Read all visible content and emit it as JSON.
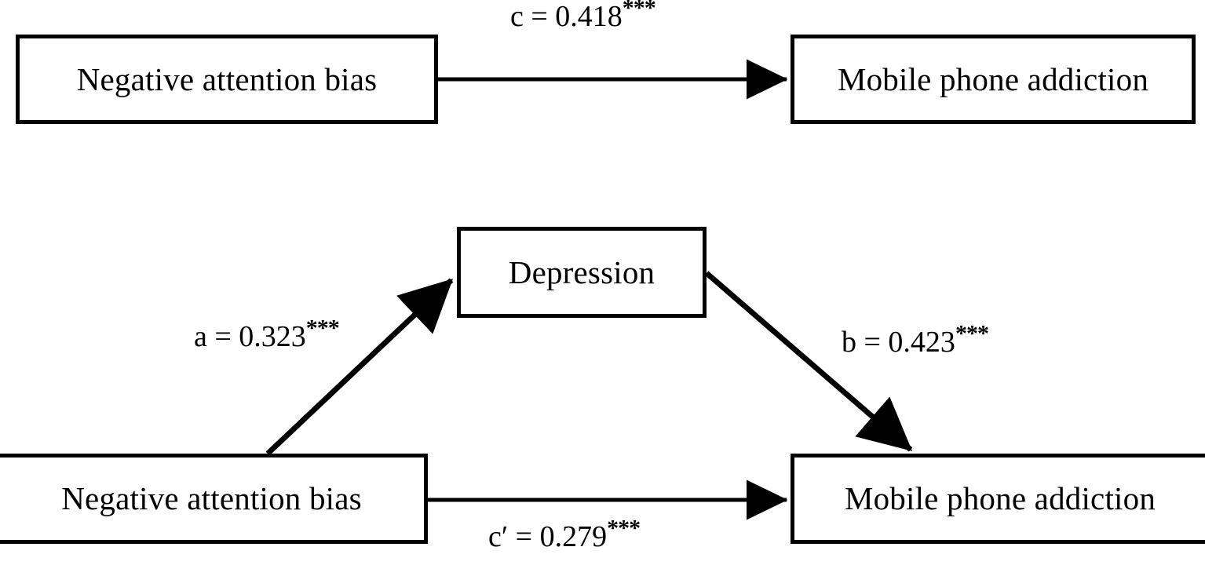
{
  "figure": {
    "type": "mediation-path-diagram",
    "background_color": "#ffffff",
    "line_color": "#000000"
  },
  "total_effect_model": {
    "predictor": "Negative attention bias",
    "outcome": "Mobile phone addiction",
    "path_label": "c = 0.418",
    "path_name": "c",
    "coefficient": "0.418",
    "significance": "***"
  },
  "mediation_model": {
    "predictor": "Negative attention bias",
    "mediator": "Depression",
    "outcome": "Mobile phone addiction",
    "paths": [
      {
        "name": "a",
        "label": "a = 0.323",
        "coefficient": "0.323",
        "significance": "***",
        "from": "Negative attention bias",
        "to": "Depression"
      },
      {
        "name": "b",
        "label": "b = 0.423",
        "coefficient": "0.423",
        "significance": "***",
        "from": "Depression",
        "to": "Mobile phone addiction"
      },
      {
        "name": "c′",
        "label": "c′ = 0.279",
        "coefficient": "0.279",
        "significance": "***",
        "from": "Negative attention bias",
        "to": "Mobile phone addiction"
      }
    ]
  },
  "chart_data": {
    "type": "diagram",
    "title": "",
    "nodes": [
      {
        "id": "x-top",
        "label": "Negative attention bias",
        "panel": "total-effect"
      },
      {
        "id": "y-top",
        "label": "Mobile phone addiction",
        "panel": "total-effect"
      },
      {
        "id": "m",
        "label": "Depression",
        "panel": "mediation"
      },
      {
        "id": "x-bottom",
        "label": "Negative attention bias",
        "panel": "mediation"
      },
      {
        "id": "y-bottom",
        "label": "Mobile phone addiction",
        "panel": "mediation"
      }
    ],
    "edges": [
      {
        "from": "x-top",
        "to": "y-top",
        "label": "c = 0.418***",
        "value": 0.418,
        "sig": "***"
      },
      {
        "from": "x-bottom",
        "to": "m",
        "label": "a = 0.323***",
        "value": 0.323,
        "sig": "***"
      },
      {
        "from": "m",
        "to": "y-bottom",
        "label": "b = 0.423***",
        "value": 0.423,
        "sig": "***"
      },
      {
        "from": "x-bottom",
        "to": "y-bottom",
        "label": "c′ = 0.279***",
        "value": 0.279,
        "sig": "***"
      }
    ]
  }
}
